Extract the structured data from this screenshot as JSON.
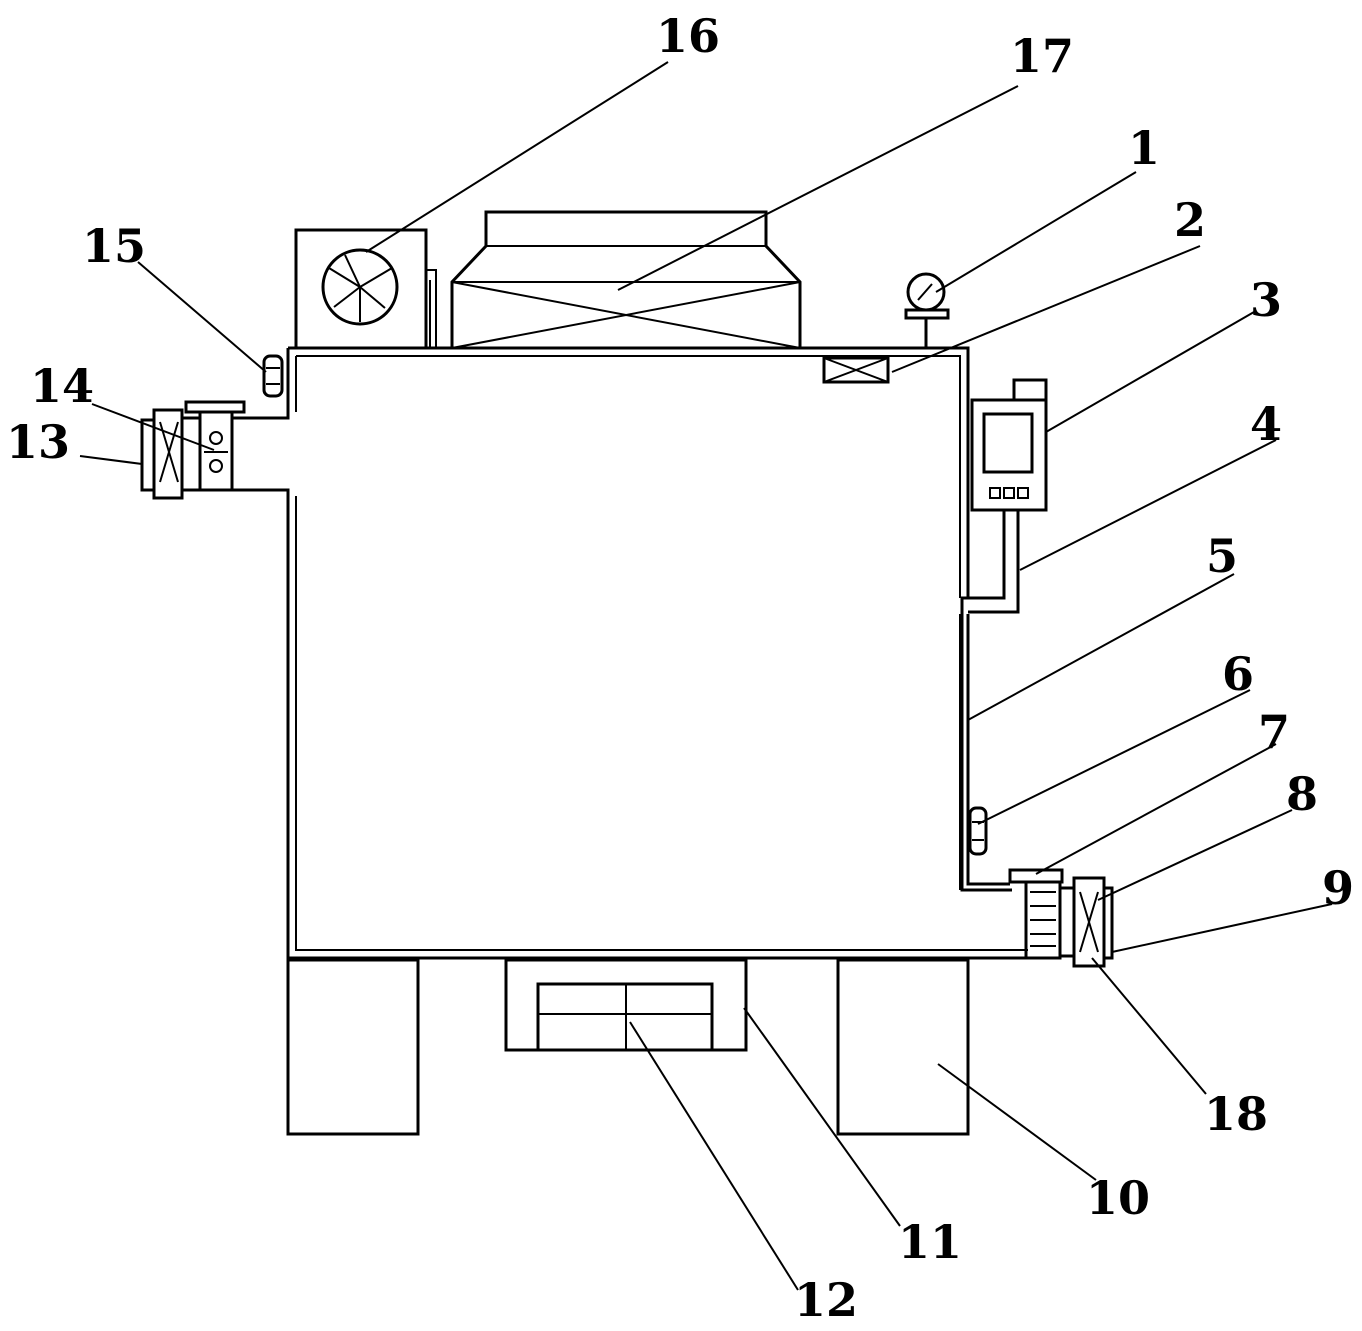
{
  "labels": {
    "l1": "1",
    "l2": "2",
    "l3": "3",
    "l4": "4",
    "l5": "5",
    "l6": "6",
    "l7": "7",
    "l8": "8",
    "l9": "9",
    "l10": "10",
    "l11": "11",
    "l12": "12",
    "l13": "13",
    "l14": "14",
    "l15": "15",
    "l16": "16",
    "l17": "17",
    "l18": "18"
  },
  "colors": {
    "line": "#000000",
    "background": "#ffffff"
  }
}
